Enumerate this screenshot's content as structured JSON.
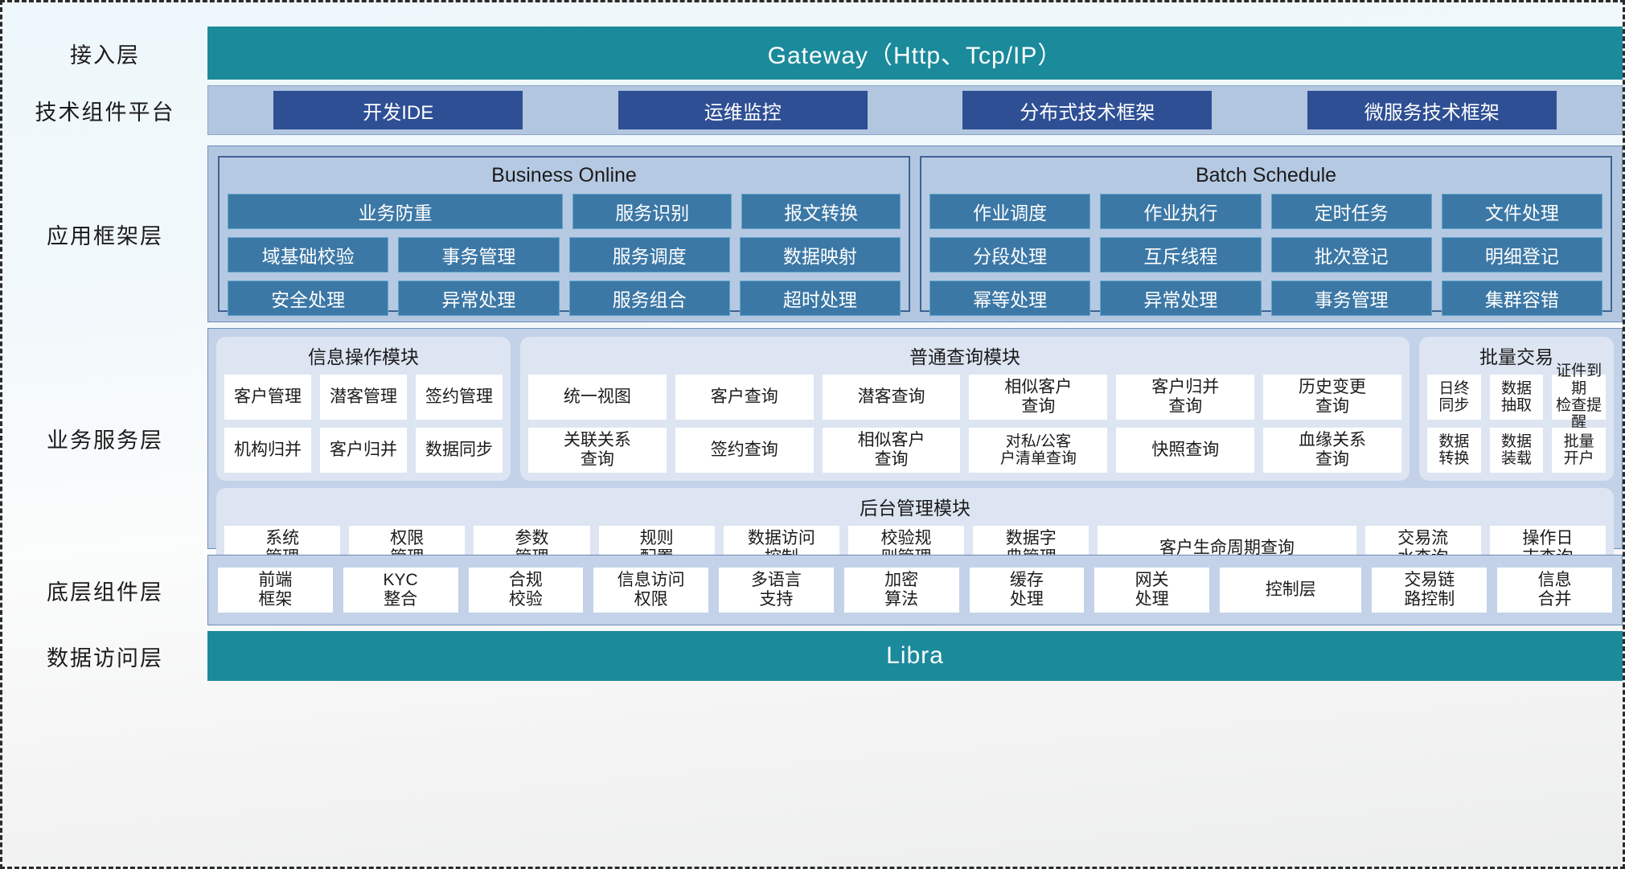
{
  "layers": [
    {
      "label": "接入层"
    },
    {
      "label": "技术组件平台"
    },
    {
      "label": "应用框架层"
    },
    {
      "label": "业务服务层"
    },
    {
      "label": "底层组件层"
    },
    {
      "label": "数据访问层"
    }
  ],
  "gateway": {
    "title": "Gateway（Http、Tcp/IP）"
  },
  "data_access": {
    "title": "Libra"
  },
  "tech_platform": {
    "chips": [
      "开发IDE",
      "运维监控",
      "分布式技术框架",
      "微服务技术框架"
    ]
  },
  "app_framework": {
    "groups": [
      {
        "title": "Business Online",
        "rows": [
          [
            "业务防重",
            "服务识别",
            "报文转换"
          ],
          [
            "域基础校验",
            "事务管理",
            "服务调度",
            "数据映射"
          ],
          [
            "安全处理",
            "异常处理",
            "服务组合",
            "超时处理"
          ]
        ]
      },
      {
        "title": "Batch Schedule",
        "rows": [
          [
            "作业调度",
            "作业执行",
            "定时任务",
            "文件处理"
          ],
          [
            "分段处理",
            "互斥线程",
            "批次登记",
            "明细登记"
          ],
          [
            "幂等处理",
            "异常处理",
            "事务管理",
            "集群容错"
          ]
        ]
      }
    ]
  },
  "business_service": {
    "groups": [
      {
        "title": "信息操作模块",
        "rows": [
          [
            "客户管理",
            "潜客管理",
            "签约管理"
          ],
          [
            "机构归并",
            "客户归并",
            "数据同步"
          ]
        ]
      },
      {
        "title": "普通查询模块",
        "rows": [
          [
            "统一视图",
            "客户查询",
            "潜客查询",
            "相似客户\n查询",
            "客户归并\n查询",
            "历史变更\n查询"
          ],
          [
            "关联关系\n查询",
            "签约查询",
            "相似客户\n查询",
            "对私/公客\n户清单查询",
            "快照查询",
            "血缘关系\n查询"
          ]
        ]
      },
      {
        "title": "批量交易",
        "rows": [
          [
            "日终\n同步",
            "数据\n抽取",
            "证件到期\n检查提醒"
          ],
          [
            "数据\n转换",
            "数据\n装载",
            "批量\n开户"
          ]
        ]
      }
    ],
    "admin_group": {
      "title": "后台管理模块",
      "items": [
        "系统\n管理",
        "权限\n管理",
        "参数\n管理",
        "规则\n配置",
        "数据访问\n控制",
        "校验规\n则管理",
        "数据字\n典管理",
        "客户生命周期查询",
        "交易流\n水查询",
        "操作日\n志查询"
      ]
    }
  },
  "bottom_components": {
    "items": [
      "前端\n框架",
      "KYC\n整合",
      "合规\n校验",
      "信息访问\n权限",
      "多语言\n支持",
      "加密\n算法",
      "缓存\n处理",
      "网关\n处理",
      "控制层",
      "交易链\n路控制",
      "信息\n合并"
    ]
  },
  "colors": {
    "teal": "#1b8a9b",
    "dark_blue_chip": "#2e4f94",
    "band_blue": "#b2c6e0",
    "cell_blue": "#3c78a6",
    "svc_band": "#c3d2e8",
    "svc_group": "#dde5f2"
  }
}
